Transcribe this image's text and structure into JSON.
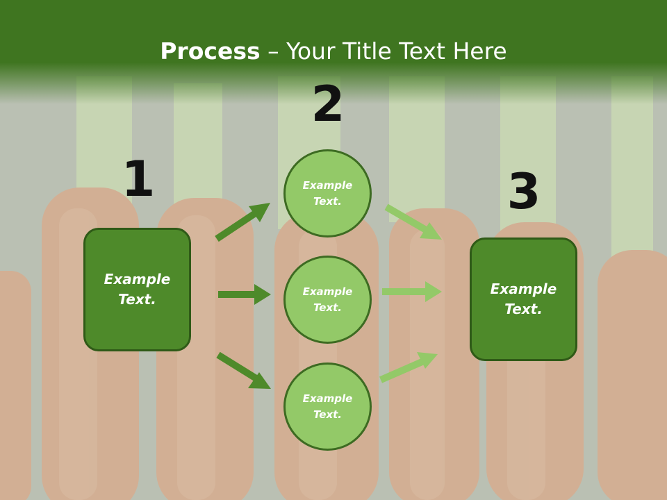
{
  "title": {
    "bold": "Process",
    "rest": " – Your Title Text Here"
  },
  "steps": [
    {
      "number": "1",
      "label": "Example\nText."
    },
    {
      "number": "2",
      "items": [
        {
          "label": "Example\nText."
        },
        {
          "label": "Example\nText."
        },
        {
          "label": "Example\nText."
        }
      ]
    },
    {
      "number": "3",
      "label": "Example\nText."
    }
  ],
  "colors": {
    "header": "#3f7520",
    "box_fill": "#4e8a2a",
    "circle_fill": "#93c968",
    "arrow_dark": "#4e8a2a",
    "arrow_light": "#93c968"
  }
}
